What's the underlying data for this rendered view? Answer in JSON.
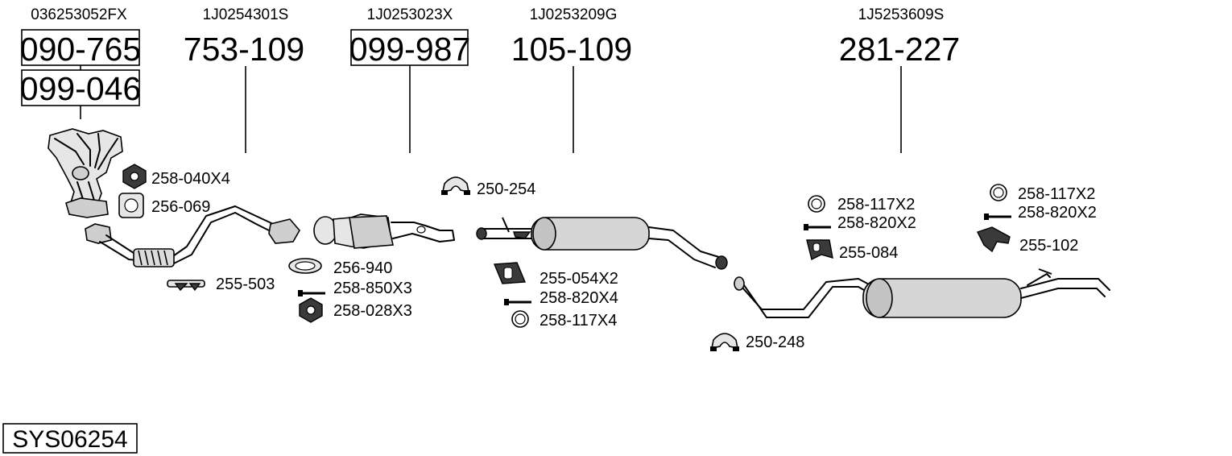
{
  "oem_numbers": {
    "manifold": "036253052FX",
    "front_pipe": "1J0254301S",
    "catalyst": "1J0253023X",
    "middle_silencer": "1J0253209G",
    "rear_silencer": "1J5253609S"
  },
  "part_numbers": {
    "manifold_a": "090-765",
    "manifold_b": "099-046",
    "front_pipe": "753-109",
    "catalyst": "099-987",
    "middle_silencer": "105-109",
    "rear_silencer": "281-227"
  },
  "accessories": {
    "manifold_nut": "258-040X4",
    "manifold_gasket": "256-069",
    "front_pipe_hanger": "255-503",
    "flange_gasket": "256-940",
    "bolt_front": "258-850X3",
    "nut_front": "258-028X3",
    "clamp_front": "250-254",
    "middle_mount": "255-054X2",
    "middle_bolt": "258-820X4",
    "middle_ring": "258-117X4",
    "clamp_rear": "250-248",
    "rear_ring_left": "258-117X2",
    "rear_bolt_left": "258-820X2",
    "rear_mount_left": "255-084",
    "rear_ring_right": "258-117X2",
    "rear_bolt_right": "258-820X2",
    "rear_mount_right": "255-102"
  },
  "system_code": "SYS06254",
  "icons": {
    "nut": "hex-nut-icon",
    "gasket": "gasket-icon",
    "bolt": "bolt-icon",
    "ring": "rubber-ring-icon",
    "clamp": "clamp-icon",
    "hanger": "hanger-icon",
    "mount": "rubber-mount-icon"
  }
}
